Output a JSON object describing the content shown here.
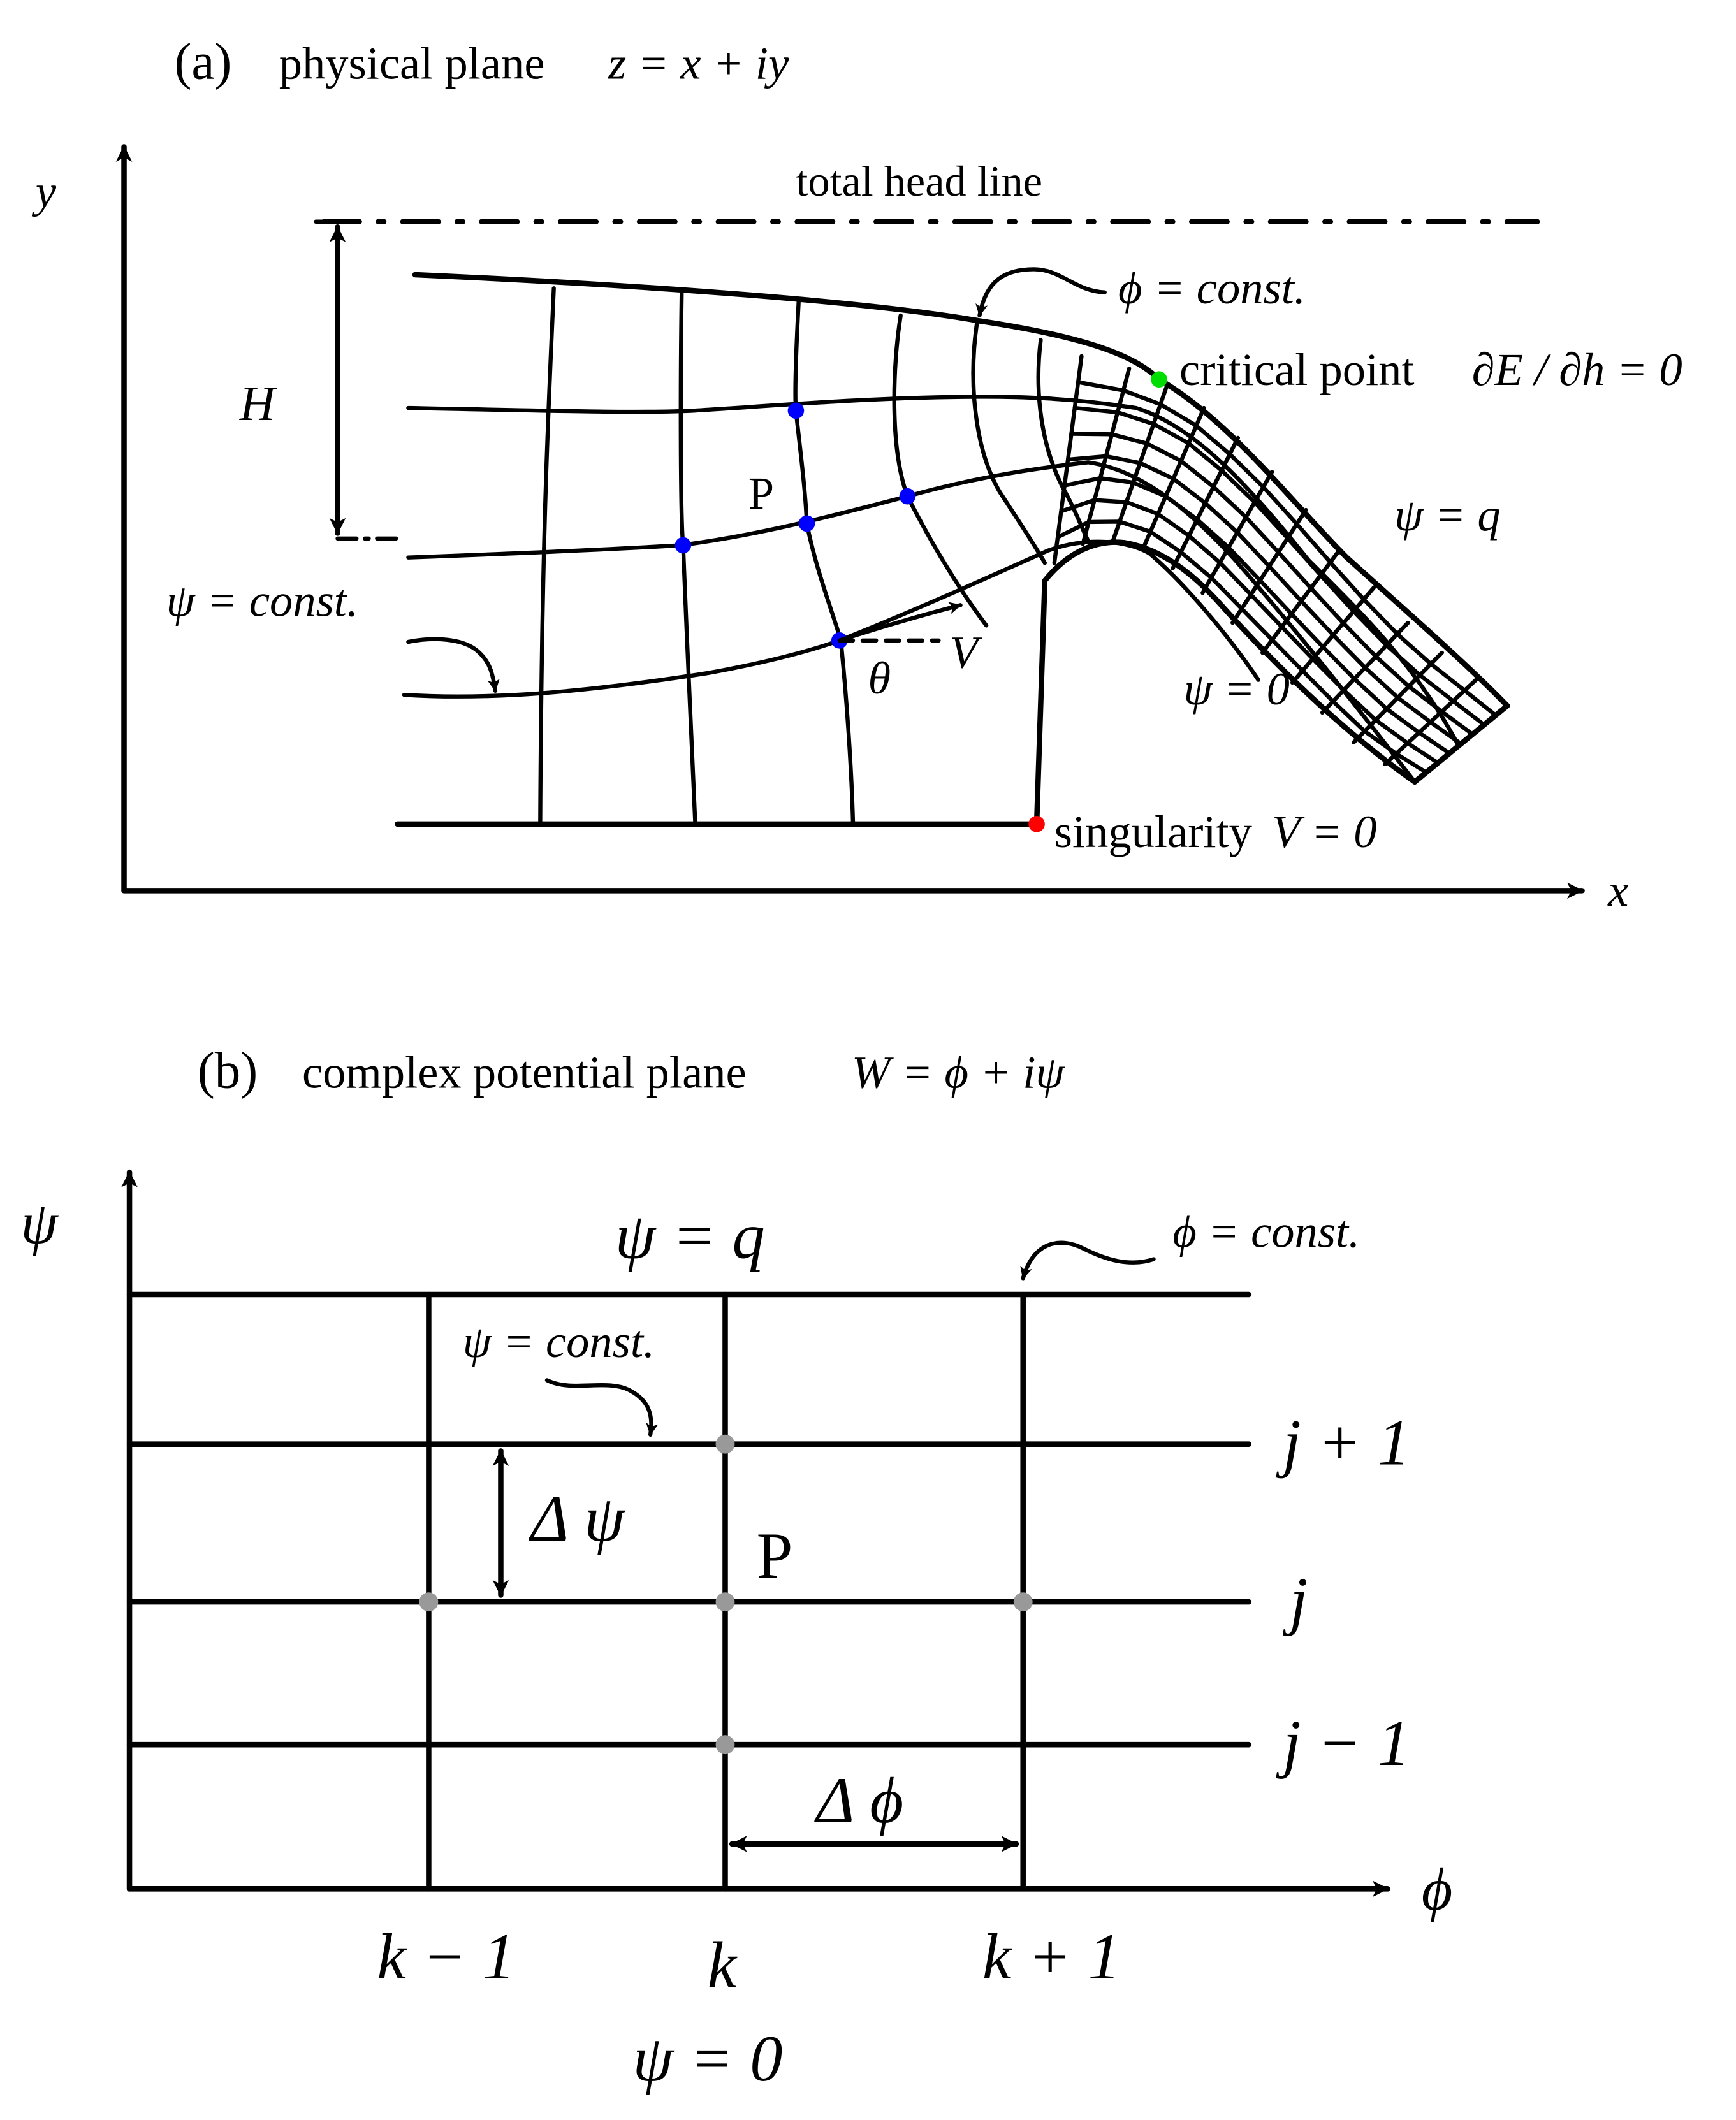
{
  "panel_a": {
    "tag": "(a)",
    "title_text": "physical plane",
    "title_eq": "z = x + iy",
    "y_axis": "y",
    "x_axis": "x",
    "head_line": "total head line",
    "H": "H",
    "phi_const": "ϕ = const.",
    "critical_text": "critical point",
    "critical_eq": "∂E / ∂h = 0",
    "psi_q": "ψ = q",
    "P": "P",
    "psi_const": "ψ = const.",
    "V": "V",
    "theta": "θ",
    "psi_zero": "ψ = 0",
    "singularity_text": "singularity",
    "singularity_eq": "V = 0"
  },
  "panel_b": {
    "tag": "(b)",
    "title_text": "complex potential plane",
    "title_eq": "W = ϕ + iψ",
    "y_axis": "ψ",
    "x_axis": "ϕ",
    "psi_q": "ψ = q",
    "phi_const": "ϕ = const.",
    "psi_const": "ψ = const.",
    "d_psi": "Δ ψ",
    "P": "P",
    "row_jp1": "j + 1",
    "row_j": "j",
    "row_jm1": "j − 1",
    "d_phi": "Δ ϕ",
    "col_km1": "k − 1",
    "col_k": "k",
    "col_kp1": "k + 1",
    "psi_zero": "ψ = 0"
  },
  "colors": {
    "line": "#000000",
    "node": "#0000ff",
    "critical_point": "#00dd00",
    "singularity": "#ff0000",
    "grid_node": "#999999"
  }
}
